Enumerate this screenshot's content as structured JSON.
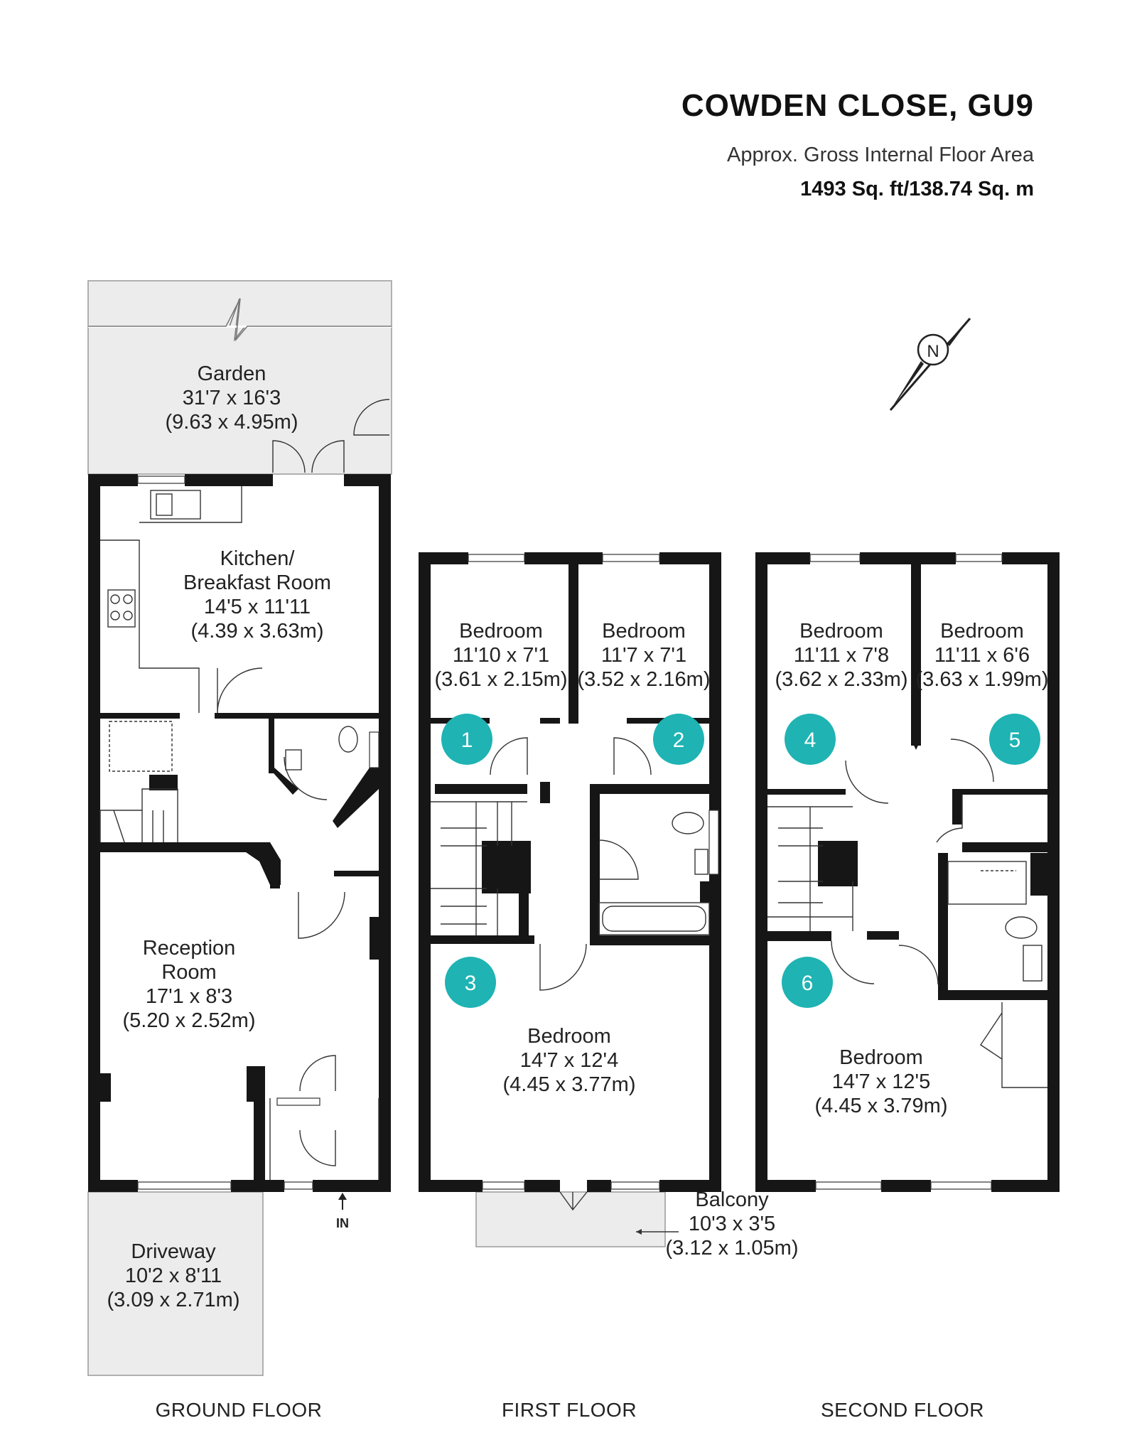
{
  "header": {
    "title": "COWDEN CLOSE, GU9",
    "subtitle": "Approx. Gross Internal Floor Area",
    "area": "1493 Sq. ft/138.74 Sq. m"
  },
  "compass_label": "N",
  "ground": {
    "floor_label": "GROUND FLOOR",
    "entrance_label": "IN",
    "garden": {
      "name": "Garden",
      "imperial": "31'7 x 16'3",
      "metric": "(9.63 x 4.95m)"
    },
    "kitchen": {
      "name_line1": "Kitchen/",
      "name_line2": "Breakfast Room",
      "imperial": "14'5 x 11'11",
      "metric": "(4.39 x 3.63m)"
    },
    "reception": {
      "name_line1": "Reception",
      "name_line2": "Room",
      "imperial": "17'1 x 8'3",
      "metric": "(5.20 x 2.52m)"
    },
    "driveway": {
      "name": "Driveway",
      "imperial": "10'2 x 8'11",
      "metric": "(3.09 x 2.71m)"
    }
  },
  "first": {
    "floor_label": "FIRST FLOOR",
    "bed1": {
      "num": "1",
      "name": "Bedroom",
      "imperial": "11'10 x 7'1",
      "metric": "(3.61 x 2.15m)"
    },
    "bed2": {
      "num": "2",
      "name": "Bedroom",
      "imperial": "11'7 x 7'1",
      "metric": "(3.52 x 2.16m)"
    },
    "bed3": {
      "num": "3",
      "name": "Bedroom",
      "imperial": "14'7 x 12'4",
      "metric": "(4.45 x 3.77m)"
    },
    "balcony": {
      "name": "Balcony",
      "imperial": "10'3 x 3'5",
      "metric": "(3.12 x 1.05m)"
    }
  },
  "second": {
    "floor_label": "SECOND FLOOR",
    "bed4": {
      "num": "4",
      "name": "Bedroom",
      "imperial": "11'11 x 7'8",
      "metric": "(3.62 x 2.33m)"
    },
    "bed5": {
      "num": "5",
      "name": "Bedroom",
      "imperial": "11'11 x 6'6",
      "metric": "(3.63 x 1.99m)"
    },
    "bed6": {
      "num": "6",
      "name": "Bedroom",
      "imperial": "14'7 x 12'5",
      "metric": "(4.45 x 3.79m)"
    }
  },
  "colors": {
    "wall": "#161616",
    "badge": "#1fb3b3",
    "exterior": "#ececec"
  }
}
